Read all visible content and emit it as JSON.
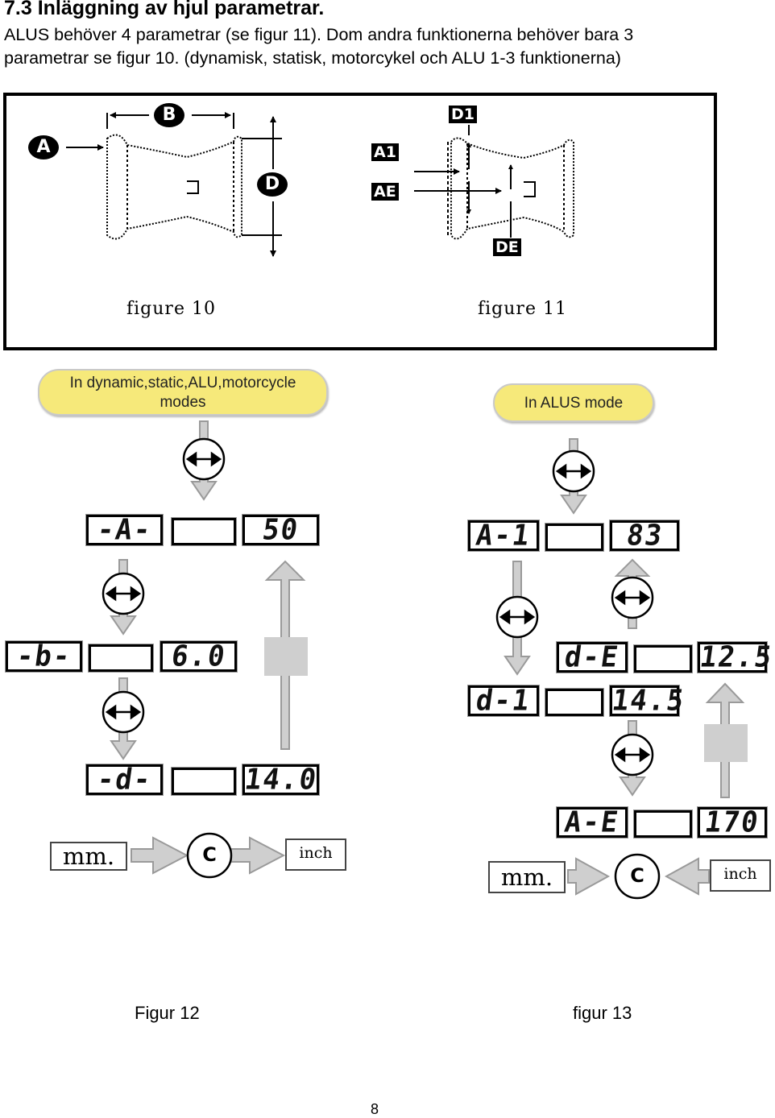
{
  "heading": "7.3 Inläggning av hjul parametrar.",
  "intro_lines": [
    "ALUS behöver 4 parametrar (se figur 11). Dom andra funktionerna behöver bara 3",
    "parametrar se figur 10. (dynamisk, statisk, motorcykel och ALU 1-3 funktionerna)"
  ],
  "figure10": {
    "caption": "figure 10",
    "labels": {
      "a": "A",
      "b": "B",
      "d": "D"
    }
  },
  "figure11": {
    "caption": "figure 11",
    "labels": {
      "d1": "D1",
      "a1": "A1",
      "ae": "AE",
      "de": "DE"
    }
  },
  "left_panel": {
    "mode_line1": "In dynamic,static,ALU,motorcycle",
    "mode_line2": "modes",
    "rows": [
      {
        "param": "-A-",
        "value": "50"
      },
      {
        "param": "-b-",
        "value": "6.0"
      },
      {
        "param": "-d-",
        "value": "14.0"
      }
    ],
    "unit_mm": "mm.",
    "unit_inch": "inch",
    "c_key": "C",
    "caption": "Figur 12"
  },
  "right_panel": {
    "mode_label": "In ALUS mode",
    "rows": [
      {
        "param": "A-1",
        "value": "83"
      },
      {
        "param": "d-E",
        "value": "12.5"
      },
      {
        "param": "d-1",
        "value": "14.5"
      },
      {
        "param": "A-E",
        "value": "170"
      }
    ],
    "unit_mm": "mm.",
    "unit_inch": "inch",
    "c_key": "C",
    "caption": "figur 13"
  },
  "page_number": "8"
}
